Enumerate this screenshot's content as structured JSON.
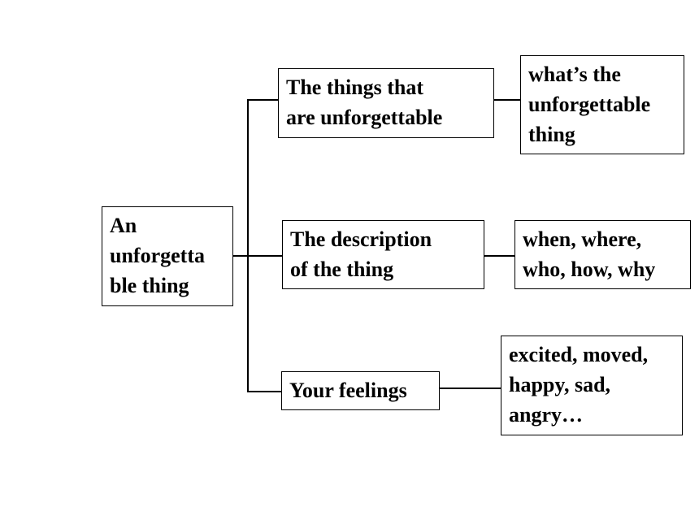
{
  "root": {
    "text": "An\nunforgetta\nble thing"
  },
  "branches": [
    {
      "label": "The things that\nare unforgettable",
      "detail": "what’s the\nunforgettable\nthing"
    },
    {
      "label": "The description\nof the thing",
      "detail": "when, where,\nwho, how, why"
    },
    {
      "label": "Your feelings",
      "detail": "excited, moved,\nhappy, sad,\nangry…"
    }
  ]
}
